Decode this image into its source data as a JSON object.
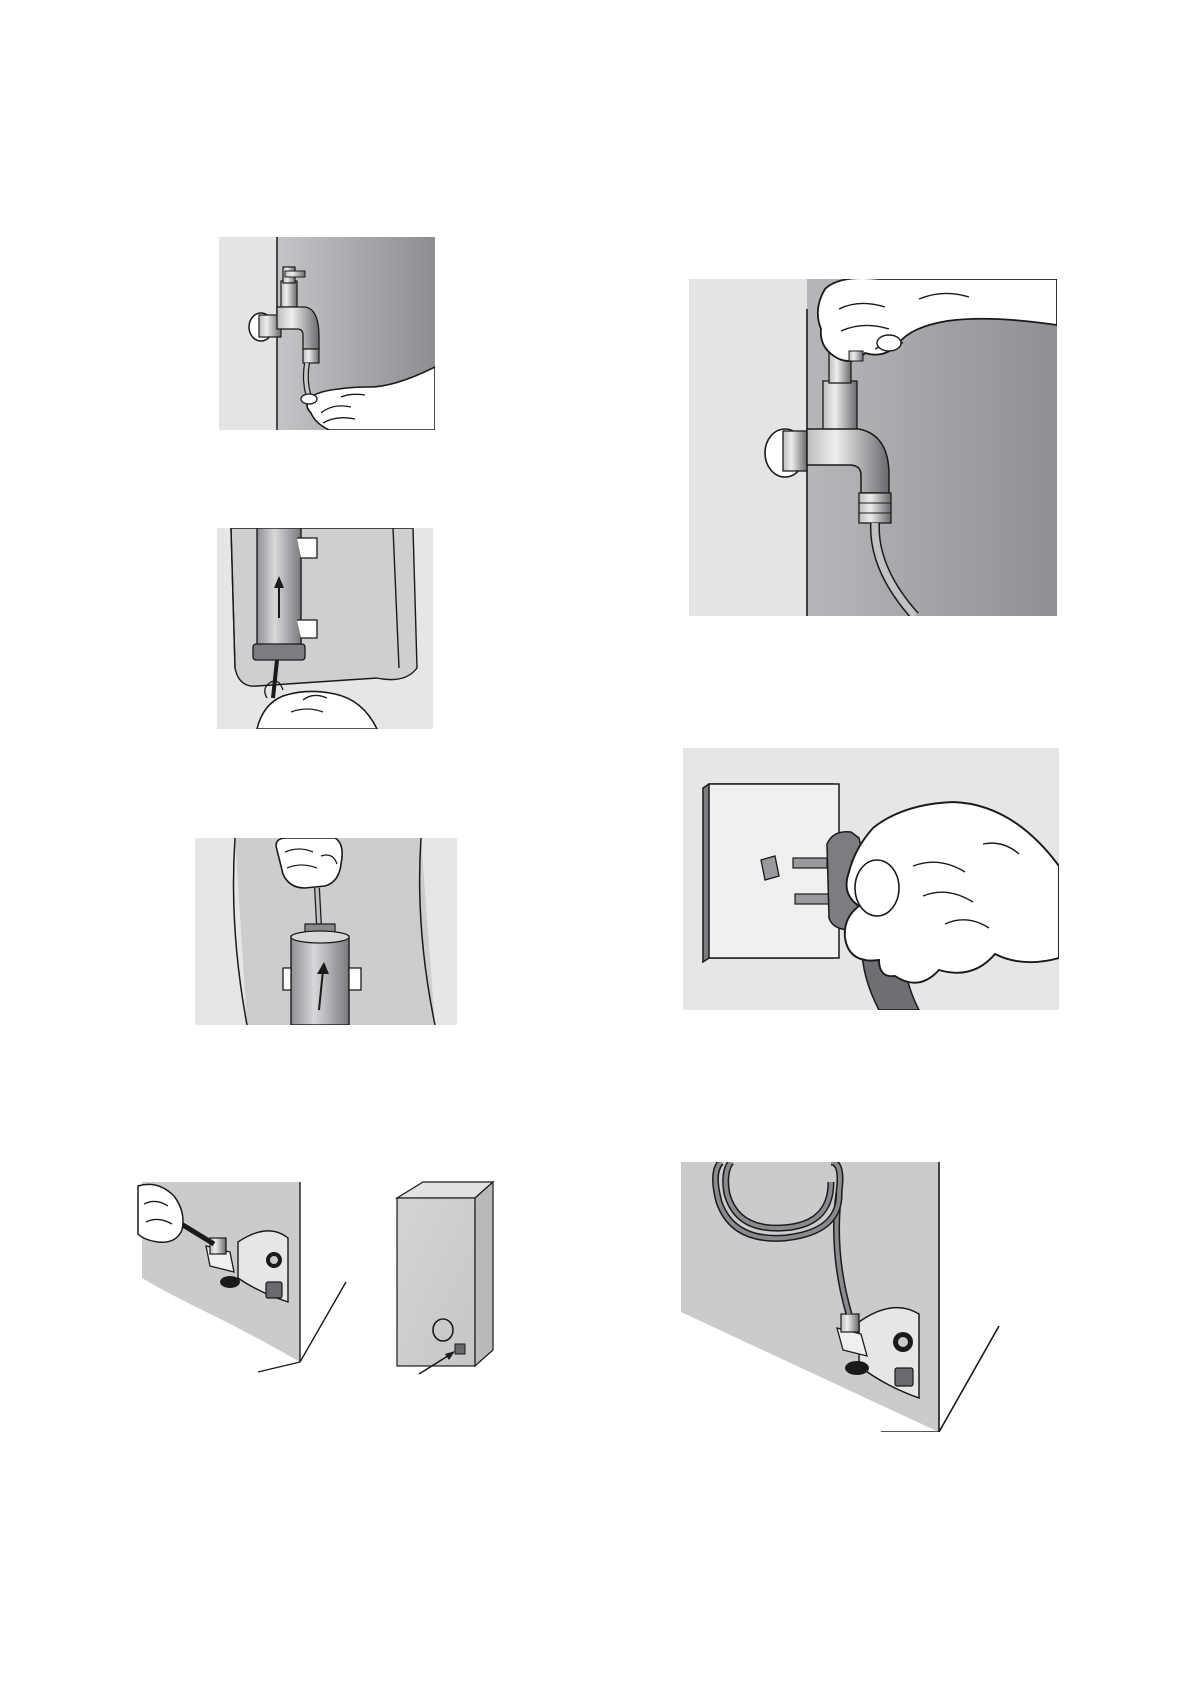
{
  "document": {
    "illustrations": [
      {
        "id": "tap-hose-connect",
        "icon": "tap-hose-icon"
      },
      {
        "id": "filter-insert",
        "icon": "water-filter-icon"
      },
      {
        "id": "filter-push-up",
        "icon": "water-filter-icon"
      },
      {
        "id": "fridge-back-connector",
        "icon": "hose-connector-icon"
      },
      {
        "id": "fridge-outline",
        "icon": "fridge-icon"
      },
      {
        "id": "tap-open",
        "icon": "tap-valve-icon"
      },
      {
        "id": "plug-into-socket",
        "icon": "power-plug-icon"
      },
      {
        "id": "hose-coiled-back",
        "icon": "hose-coil-icon"
      }
    ],
    "colors": {
      "panel_background": "#e6e6e8",
      "panel_gradient_dark": "#8f8f93",
      "outline": "#1a1a1a",
      "skin": "#ffffff"
    }
  }
}
